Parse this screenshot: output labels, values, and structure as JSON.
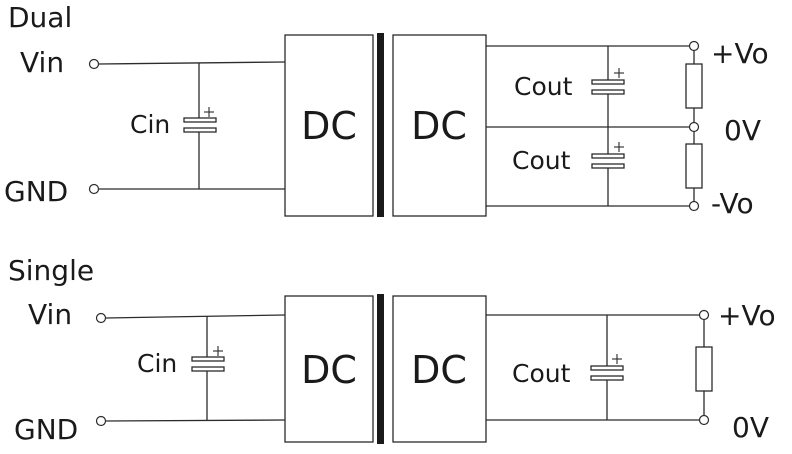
{
  "dual": {
    "title": "Dual",
    "vin": "Vin",
    "gnd": "GND",
    "cin": "Cin",
    "dc_left": "DC",
    "dc_right": "DC",
    "cout_top": "Cout",
    "cout_bottom": "Cout",
    "out_pos": "+Vo",
    "out_zero": "0V",
    "out_neg": "-Vo"
  },
  "single": {
    "title": "Single",
    "vin": "Vin",
    "gnd": "GND",
    "cin": "Cin",
    "dc_left": "DC",
    "dc_right": "DC",
    "cout": "Cout",
    "out_pos": "+Vo",
    "out_zero": "0V"
  }
}
